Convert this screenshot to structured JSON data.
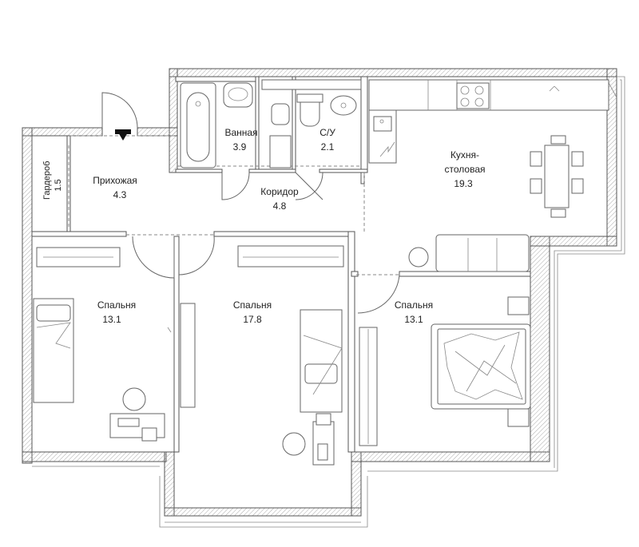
{
  "rooms": {
    "wardrobe": {
      "name": "Гардероб",
      "area": "1.5"
    },
    "hallway": {
      "name": "Прихожая",
      "area": "4.3"
    },
    "bathroom": {
      "name": "Ванная",
      "area": "3.9"
    },
    "wc": {
      "name": "С/У",
      "area": "2.1"
    },
    "corridor": {
      "name": "Коридор",
      "area": "4.8"
    },
    "kitchen": {
      "name_line1": "Кухня-",
      "name_line2": "столовая",
      "area": "19.3"
    },
    "bedroom_left": {
      "name": "Спальня",
      "area": "13.1"
    },
    "bedroom_middle": {
      "name": "Спальня",
      "area": "17.8"
    },
    "bedroom_right": {
      "name": "Спальня",
      "area": "13.1"
    }
  },
  "colors": {
    "wall": "#555555",
    "hatch": "#bbbbbb",
    "furniture": "#666666",
    "background": "#ffffff"
  }
}
